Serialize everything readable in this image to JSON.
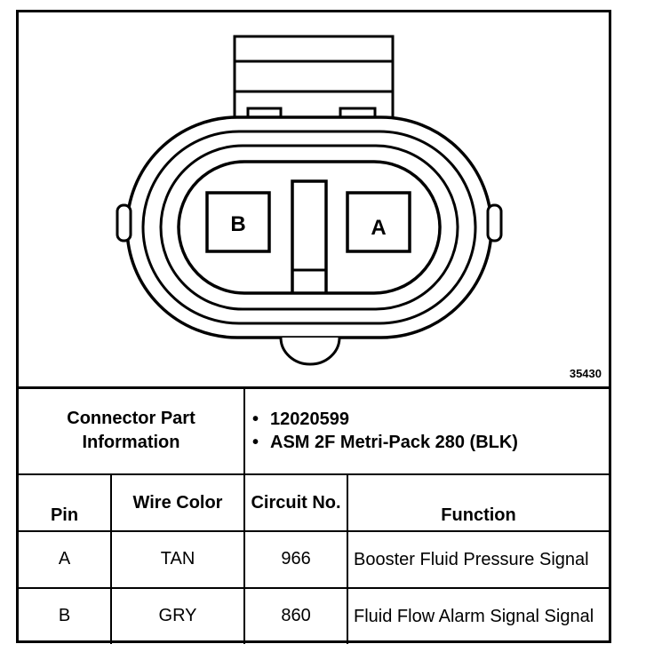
{
  "diagram": {
    "pins": [
      "B",
      "A"
    ],
    "figure_number": "35430"
  },
  "connector_info": {
    "label": "Connector Part Information",
    "items": [
      "12020599",
      "ASM 2F Metri-Pack 280 (BLK)"
    ]
  },
  "table": {
    "headers": [
      "Pin",
      "Wire Color",
      "Circuit No.",
      "Function"
    ],
    "rows": [
      {
        "pin": "A",
        "wire_color": "TAN",
        "circuit": "966",
        "function": "Booster Fluid Pressure Signal"
      },
      {
        "pin": "B",
        "wire_color": "GRY",
        "circuit": "860",
        "function": "Fluid Flow Alarm Signal Signal"
      }
    ]
  }
}
